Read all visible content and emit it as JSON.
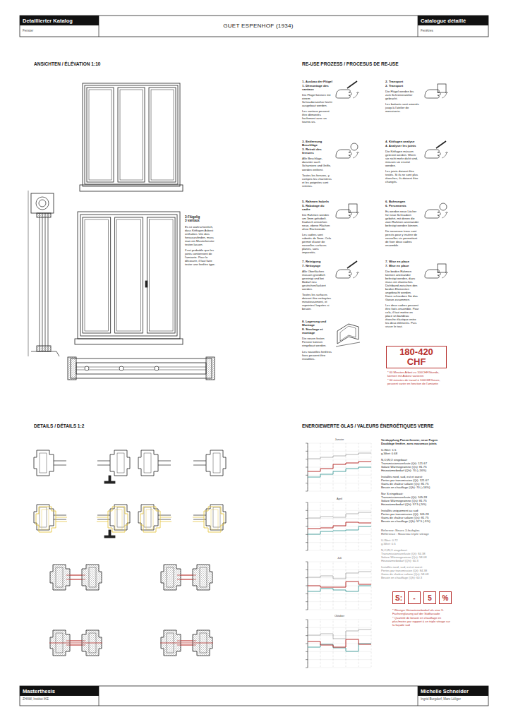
{
  "diagram": {
    "title": "GUET ESPENHOF (1934)",
    "nodes": [
      {
        "text": [
          "Detaillierter Katalog"
        ]
      },
      {
        "text": [
          "Catalogue détaillé"
        ]
      },
      {
        "text": [
          "180-420 CHF"
        ]
      },
      {
        "text": [
          "S:"
        ]
      },
      {
        "text": [
          "-"
        ]
      },
      {
        "text": [
          "5"
        ]
      },
      {
        "text": [
          "%"
        ]
      },
      {
        "text": [
          "Masterthesis"
        ]
      },
      {
        "text": [
          "Michelle Schneider"
        ]
      }
    ],
    "labels": [
      "Fenster",
      "Fenêtres",
      "ANSICHTEN / ÉLÉVATION 1:10",
      "RE-USE PROZESS / PROCESUS DE RE-USE",
      "3-Flügelig",
      "3 vantaux",
      "Es ist wahrscheinlich, dass Kittfugen Asbest enthalten. Um dies herauszufinden, muss man ein Musterfenster testen lassen.",
      "Il est probable que les joints contiennent de l'amiante. Pour le découvrir, il faut faire tester une fenêtre type.",
      "1. Ausbau der Flügel",
      "1. Démontage des vantaux",
      "Die Flügel können mit einem Schraubenzieher leicht ausgebaut werden.",
      "Les vantaux peuvent être démontés facilement avec un tourne-vis.",
      "2. Transport",
      "2. Transport",
      "Die Flügel werden bis zum Schreineratelier gebracht.",
      "Les battants sont amenés jusqu'à l'atelier de menuiserie.",
      "3. Entfernung Beschläge",
      "3. Retrait des ferrures",
      "Alle Beschläge, darunter auch Scharniere und Griffe, werden entfernt.",
      "Toutes les ferrures, y compris les charnières et les poignées sont retirées.",
      "4. Kittfugen analyse",
      "4. Analyser les joints",
      "Die Kittfugen müssen getestet werden. Wenn sie nicht mehr dicht sind, müssen sie ersetzt werden.",
      "Les joints doivent être testés. Si ils ne sont plus étanches, ils doivent être changés.",
      "5. Rahmen hobeln",
      "5. Rabotage du cadre",
      "Die Rahmen werden um 3mm gehobelt. Dadurch entstehen neue, ebene Flächen ohne Rückstände.",
      "Les cadres sont rabotés de 3mm. Cela permet d'avoir de nouvelles surfaces planes, sans impuretés.",
      "6. Bohrungen",
      "6. Percements",
      "Es werden neue Löcher für neue Schrauben gebohrt, mit denen die zwei Rahmen aneinander befestigt werden können.",
      "De nouveaux trous sont percés pour y insérer de nouvelles vis permettant de fixer deux cadres ensemble.",
      "7. Reinigung",
      "7. Nettoyage",
      "Alle Oberflächen müssen gründlich gereinigt und bei Bedarf neu gestrichen/lackiert werden.",
      "Toutes les surfaces doivent être nettoyées minutieusement, et repeintes/ laquées si besoin.",
      "7. Wise en place",
      "7. Mise en place",
      "Die beiden Rahmen können aneinander befestigt werden, dazu muss ein elastisches Dichtband zwischen den beiden Elementen angebracht werden. Dann schrauben Sie das Ganze zusammen.",
      "Les deux cadres peuvent être fixés ensemble. Pour cela, il faut mettre en place un bandeau étanche élastique entre les deux éléments. Puis visser le tout.",
      "8. Lagerung und Montage",
      "8. Stockage et montage",
      "Die neuen festen Fenster können eingebaut werden.",
      "Les nouvelles fenêtres fixes peuvent être installées.",
      "* 60 Minuten Arbeit zu 100CHF/Stunde, können mit Asbest variieren",
      "* 60 minutes de travail à 100CHF/heure, peuvent varier en fonction de l'amiante",
      "DETAILS / DÉTAILS 1:2",
      "ENERGIEWERTE GLAS / VALEURS ÉNERGÉTIQUES VERRE",
      "Janvier",
      "April",
      "Juli",
      "Oktober",
      "Verdopplung Panzerfenster, neue Fugen",
      "Doublage fenêtre, avec nouveaux joints",
      "U-Wert: 1.5",
      "g-Wert: 0.68",
      "N,O,W,O eingebaut:",
      "Transmissionsverluste (Qt): 121.67",
      "Solare Wärmegewinne (Qs): 81.75",
      "Heizwärmebedarf (Qh): 70 (+16%)",
      "Installés nord, sud, est et ouest:",
      "Pertes par transmission (Qt): 121.67",
      "Gains de chaleur solaire (Qs): 81.75",
      "Besoin en chauffage (Qh): 70 (+16%)",
      "Nur S eingebaut:",
      "Transmissionsverluste (Qt): 105.28",
      "Solare Wärmegewinne (Qs): 81.75",
      "Heizwärmebedarf (Qh): 57.5 (-5%)",
      "Installés uniquement au sud:",
      "Pertes par transmission (Qt): 105.28",
      "Gains de chaleur solaire (Qs): 81.75",
      "Besoin en chauffage (Qh): 57.5 (-5%)",
      "Referenz: Neues 3-fachglas",
      "Référence : Nouveau triple vitrage",
      "U-Wert: 0.72",
      "g-Wert: 0.5",
      "N,O,W,O eingebaut:",
      "Transmissionsverluste (Qt): 84.38",
      "Solare Wärmegewinne (Qs): 58.08",
      "Heizwärmebedarf (Qh): 60.3",
      "Installés nord, sud, est et ouest:",
      "Pertes par transmission (Qt): 84.38",
      "Gains de chaleur solaire (Qs): 58.08",
      "Besoin en chauffage (Qh): 60.3",
      "* Weniger Heizwärmebedarf als eine 3-Fachverglasung auf der Südfassade",
      "* Quantité de besoin en chauffage en plus/moins par rapport à un triple vitrage sur la façade sud",
      "ZHAW, Institut IKE",
      "Ingrid Burgdorf, Marc Löliger"
    ]
  }
}
